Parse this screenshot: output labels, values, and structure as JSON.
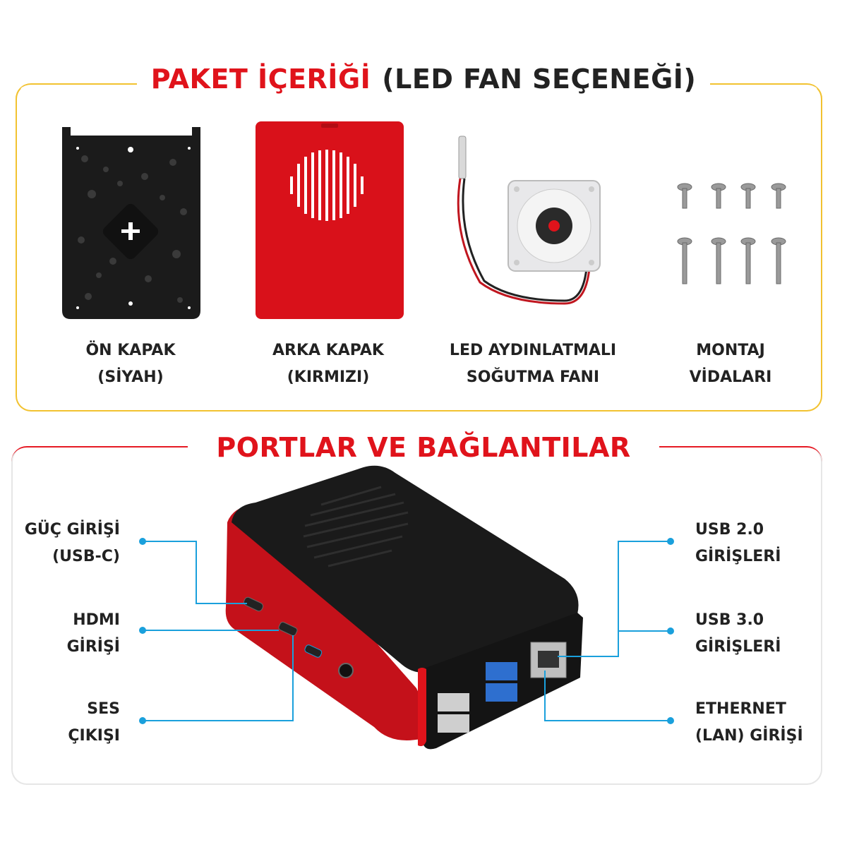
{
  "package_section": {
    "title_red": "PAKET İÇERİĞİ",
    "title_dark": "(LED FAN SEÇENEĞİ)",
    "items": [
      {
        "line1": "ÖN KAPAK",
        "line2": "(SİYAH)",
        "icon": "black-front-cover"
      },
      {
        "line1": "ARKA KAPAK",
        "line2": "(KIRMIZI)",
        "icon": "red-back-cover"
      },
      {
        "line1": "LED AYDINLATMALI",
        "line2": "SOĞUTMA FANI",
        "icon": "led-cooling-fan"
      },
      {
        "line1": "MONTAJ",
        "line2": "VİDALARI",
        "icon": "mounting-screws"
      }
    ]
  },
  "ports_section": {
    "title": "PORTLAR VE BAĞLANTILAR",
    "left_ports": [
      {
        "line1": "GÜÇ GİRİŞİ",
        "line2": "(USB-C)"
      },
      {
        "line1": "HDMI",
        "line2": "GİRİŞİ"
      },
      {
        "line1": "SES",
        "line2": "ÇIKIŞI"
      }
    ],
    "right_ports": [
      {
        "line1": "USB 2.0",
        "line2": "GİRİŞLERİ"
      },
      {
        "line1": "USB 3.0",
        "line2": "GİRİŞLERİ"
      },
      {
        "line1": "ETHERNET",
        "line2": "(LAN) GİRİŞİ"
      }
    ]
  },
  "colors": {
    "accent_red": "#e0131b",
    "frame_yellow": "#f2c230",
    "connector_blue": "#1aa0dc",
    "case_black": "#1a1a1a"
  }
}
